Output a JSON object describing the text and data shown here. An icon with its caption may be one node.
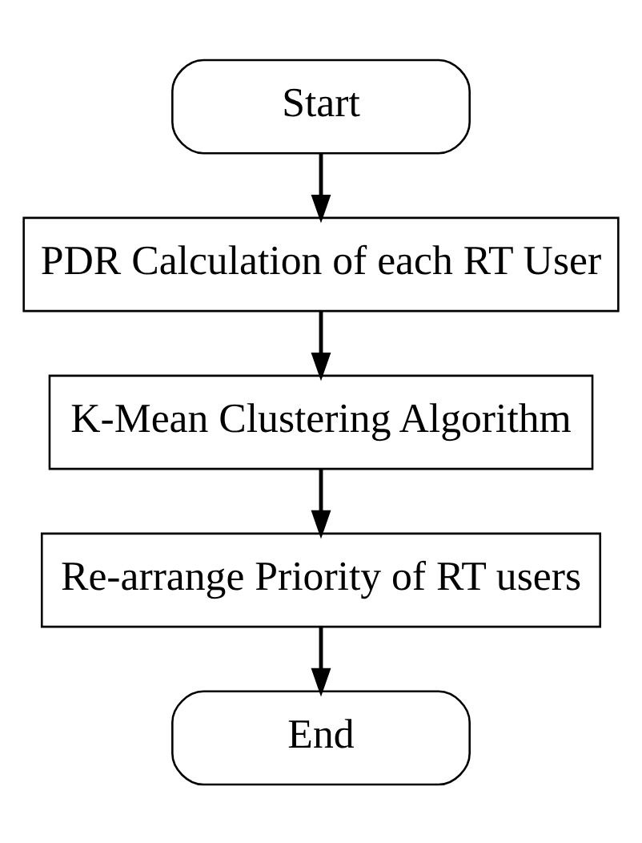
{
  "diagram": {
    "nodes": [
      {
        "text": [
          "Start"
        ]
      },
      {
        "text": [
          "PDR Calculation of each RT User"
        ]
      },
      {
        "text": [
          "K-Mean Clustering Algorithm"
        ]
      },
      {
        "text": [
          "Re-arrange Priority of RT users"
        ]
      },
      {
        "text": [
          "End"
        ]
      }
    ],
    "edges": [
      {
        "from": 0,
        "to": 1,
        "arrow": "to"
      },
      {
        "from": 1,
        "to": 2,
        "arrow": "to"
      },
      {
        "from": 2,
        "to": 3,
        "arrow": "to"
      },
      {
        "from": 3,
        "to": 4,
        "arrow": "to"
      }
    ]
  }
}
